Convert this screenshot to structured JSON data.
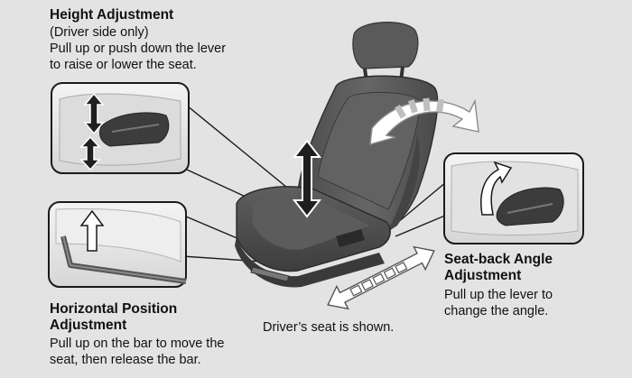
{
  "height_adjustment": {
    "title": "Height Adjustment",
    "note": "(Driver side only)",
    "line1": "Pull up or push down the lever",
    "line2": "to raise or lower the seat."
  },
  "horizontal_adjustment": {
    "title_line1": "Horizontal Position",
    "title_line2": "Adjustment",
    "line1": "Pull up on the bar to move the",
    "line2": "seat, then release the bar."
  },
  "seatback_adjustment": {
    "title_line1": "Seat-back Angle",
    "title_line2": "Adjustment",
    "line1": "Pull up the lever to",
    "line2": "change the angle."
  },
  "caption": "Driver’s seat is shown.",
  "colors": {
    "background": "#e3e3e3",
    "seat": "#555555",
    "seat_dark": "#3a3a3a",
    "arrow_dark": "#1f1f1f",
    "arrow_light": "#ffffff",
    "arrow_grey": "#bfbfbf",
    "inset_border": "#1a1a1a"
  },
  "icons": [
    "up-down-arrow-icon",
    "up-arrow-icon",
    "curved-arrow-icon",
    "double-arrow-icon"
  ]
}
